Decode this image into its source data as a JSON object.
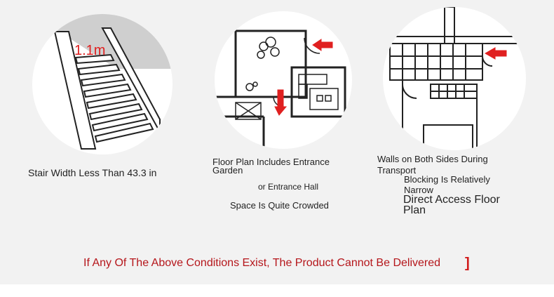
{
  "panels": [
    {
      "measure_label": "1.1m",
      "caption": "Stair Width Less Than 43.3 in"
    },
    {
      "caption_line1": "Floor Plan Includes Entrance",
      "caption_line2": "Garden",
      "caption_line3": "or Entrance Hall",
      "caption_line4": "Space Is Quite Crowded"
    },
    {
      "caption_line1": "Walls on Both Sides During",
      "caption_line2": "Transport",
      "caption_line3": "Blocking Is Relatively",
      "caption_line4": "Narrow",
      "caption_line5": "Direct Access Floor",
      "caption_line6": "Plan"
    }
  ],
  "footer": {
    "warning": "If Any Of The Above Conditions Exist, The Product Cannot Be Delivered",
    "bracket": "]"
  },
  "colors": {
    "background": "#f2f2f2",
    "arrow_red": "#e02020",
    "warning_red": "#b5161b",
    "line": "#222222"
  }
}
